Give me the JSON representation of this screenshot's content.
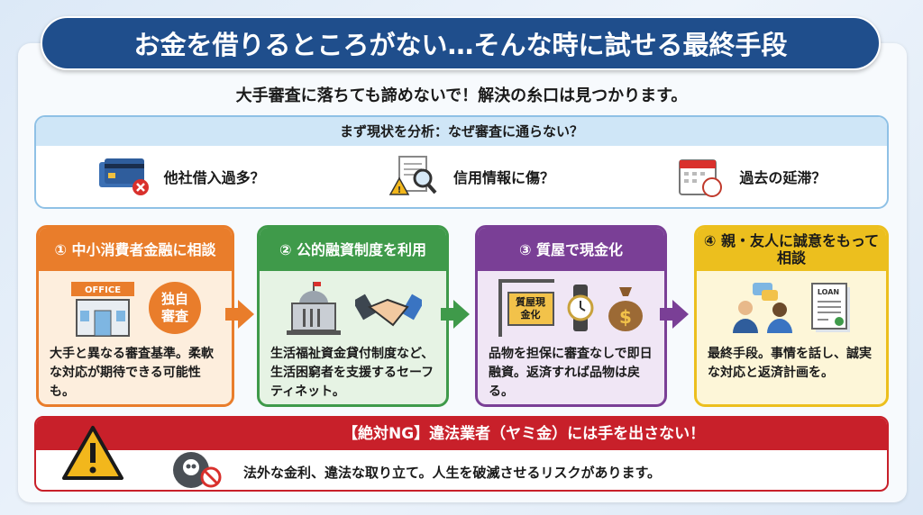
{
  "title": "お金を借りるところがない…そんな時に試せる最終手段",
  "subtitle": "大手審査に落ちても諦めないで！解決の糸口は見つかります。",
  "analysis": {
    "heading": "まず現状を分析：なぜ審査に通らない？",
    "items": [
      {
        "label": "他社借入過多？",
        "icon": "credit-card-icon"
      },
      {
        "label": "信用情報に傷？",
        "icon": "document-search-icon"
      },
      {
        "label": "過去の延滞？",
        "icon": "calendar-icon"
      }
    ]
  },
  "cards": [
    {
      "title": "① 中小消費者金融に相談",
      "sign": "OFFICE",
      "badge": "独自審査",
      "text": "大手と異なる審査基準。柔軟な対応が期待できる可能性も。",
      "color": "#e97d2b",
      "bg": "#fdeedd"
    },
    {
      "title": "② 公的融資制度を利用",
      "text": "生活福祉資金貸付制度など、生活困窮者を支援するセーフティネット。",
      "color": "#3f9a4a",
      "bg": "#e6f3e4"
    },
    {
      "title": "③ 質屋で現金化",
      "sign": "質屋現金化",
      "text": "品物を担保に審査なしで即日融資。返済すれば品物は戻る。",
      "color": "#7a3f96",
      "bg": "#f0e6f5"
    },
    {
      "title": "④ 親・友人に誠意をもって相談",
      "doc": "LOAN",
      "text": "最終手段。事情を話し、誠実な対応と返済計画を。",
      "color": "#ecbf1e",
      "bg": "#fdf6d8"
    }
  ],
  "warning": {
    "heading": "【絶対NG】違法業者（ヤミ金）には手を出さない！",
    "text": "法外な金利、違法な取り立て。人生を破滅させるリスクがあります。"
  }
}
